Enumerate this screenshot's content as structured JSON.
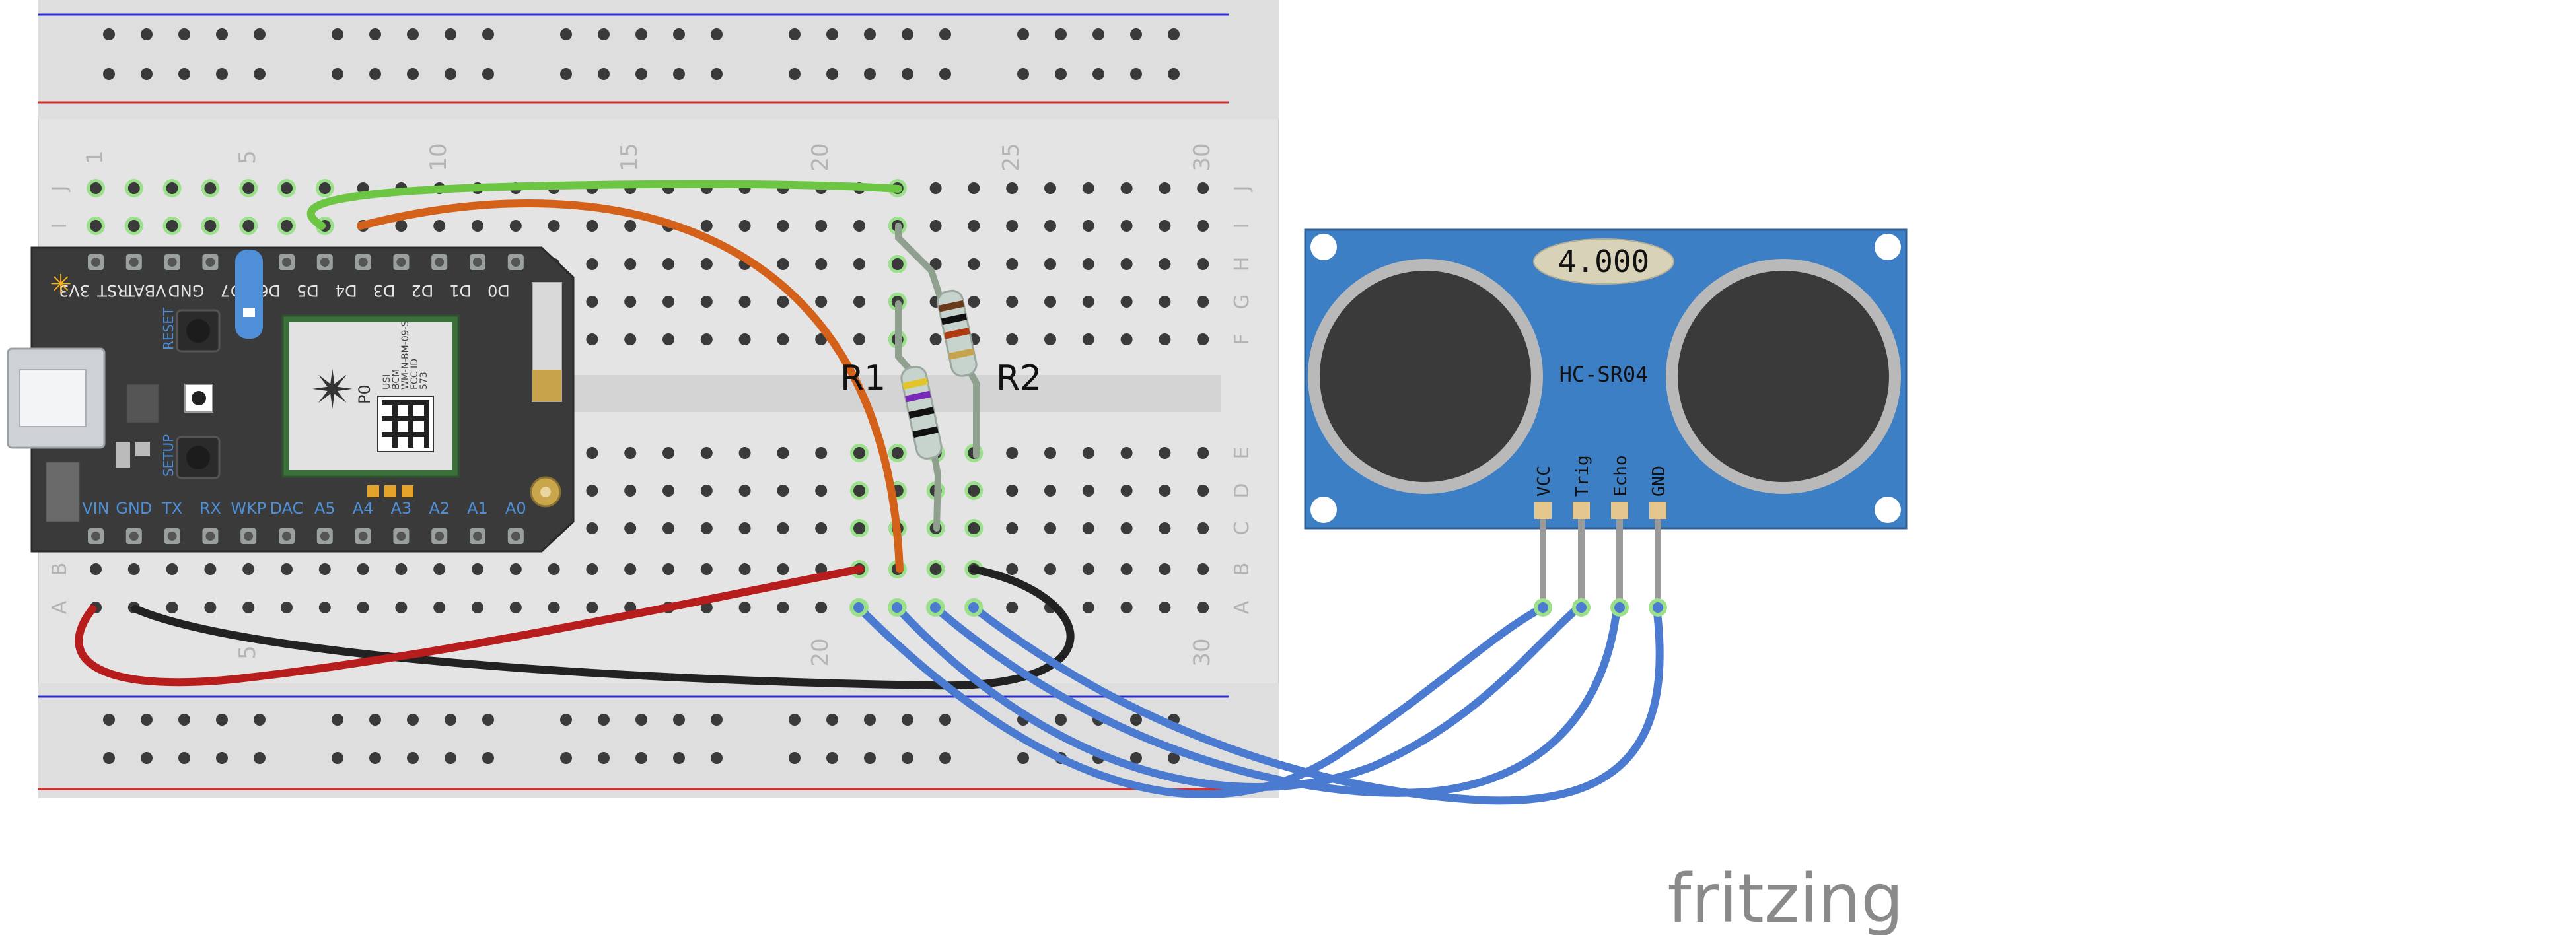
{
  "breadboard": {
    "column_numbers_top": [
      "1",
      "5",
      "10",
      "15",
      "20",
      "25",
      "30"
    ],
    "column_numbers_bottom": [
      "5",
      "20",
      "30"
    ],
    "row_letters_top": [
      "J",
      "I",
      "H",
      "G",
      "F"
    ],
    "row_letters_bottom": [
      "E",
      "D",
      "C",
      "B",
      "A"
    ]
  },
  "photon": {
    "top_pins": [
      "3V3",
      "RST",
      "VBAT",
      "GND",
      "D7",
      "D6",
      "D5",
      "D4",
      "D3",
      "D2",
      "D1",
      "D0"
    ],
    "bottom_pins": [
      "VIN",
      "GND",
      "TX",
      "RX",
      "WKP",
      "DAC",
      "A5",
      "A4",
      "A3",
      "A2",
      "A1",
      "A0"
    ],
    "reset_label": "RESET",
    "setup_label": "SETUP",
    "chip_label": "P0",
    "chip_text": [
      "USI",
      "BCM",
      "WM-N-BM-09-S",
      "FCC ID",
      "573"
    ]
  },
  "resistors": {
    "r1_label": "R1",
    "r2_label": "R2"
  },
  "sensor": {
    "display": "4.000",
    "model": "HC-SR04",
    "pins": [
      "VCC",
      "Trig",
      "Echo",
      "GND"
    ]
  },
  "footer": {
    "logo": "fritzing"
  },
  "colors": {
    "wire_green": "#6cc644",
    "wire_orange": "#d4611a",
    "wire_red": "#b81d1d",
    "wire_black": "#222222",
    "wire_blue": "#4a7bd0",
    "sensor_board": "#3d7fc4",
    "photon_board": "#3a3a3a",
    "rail_blue": "#2d2dd8",
    "rail_red": "#d82d2d"
  }
}
